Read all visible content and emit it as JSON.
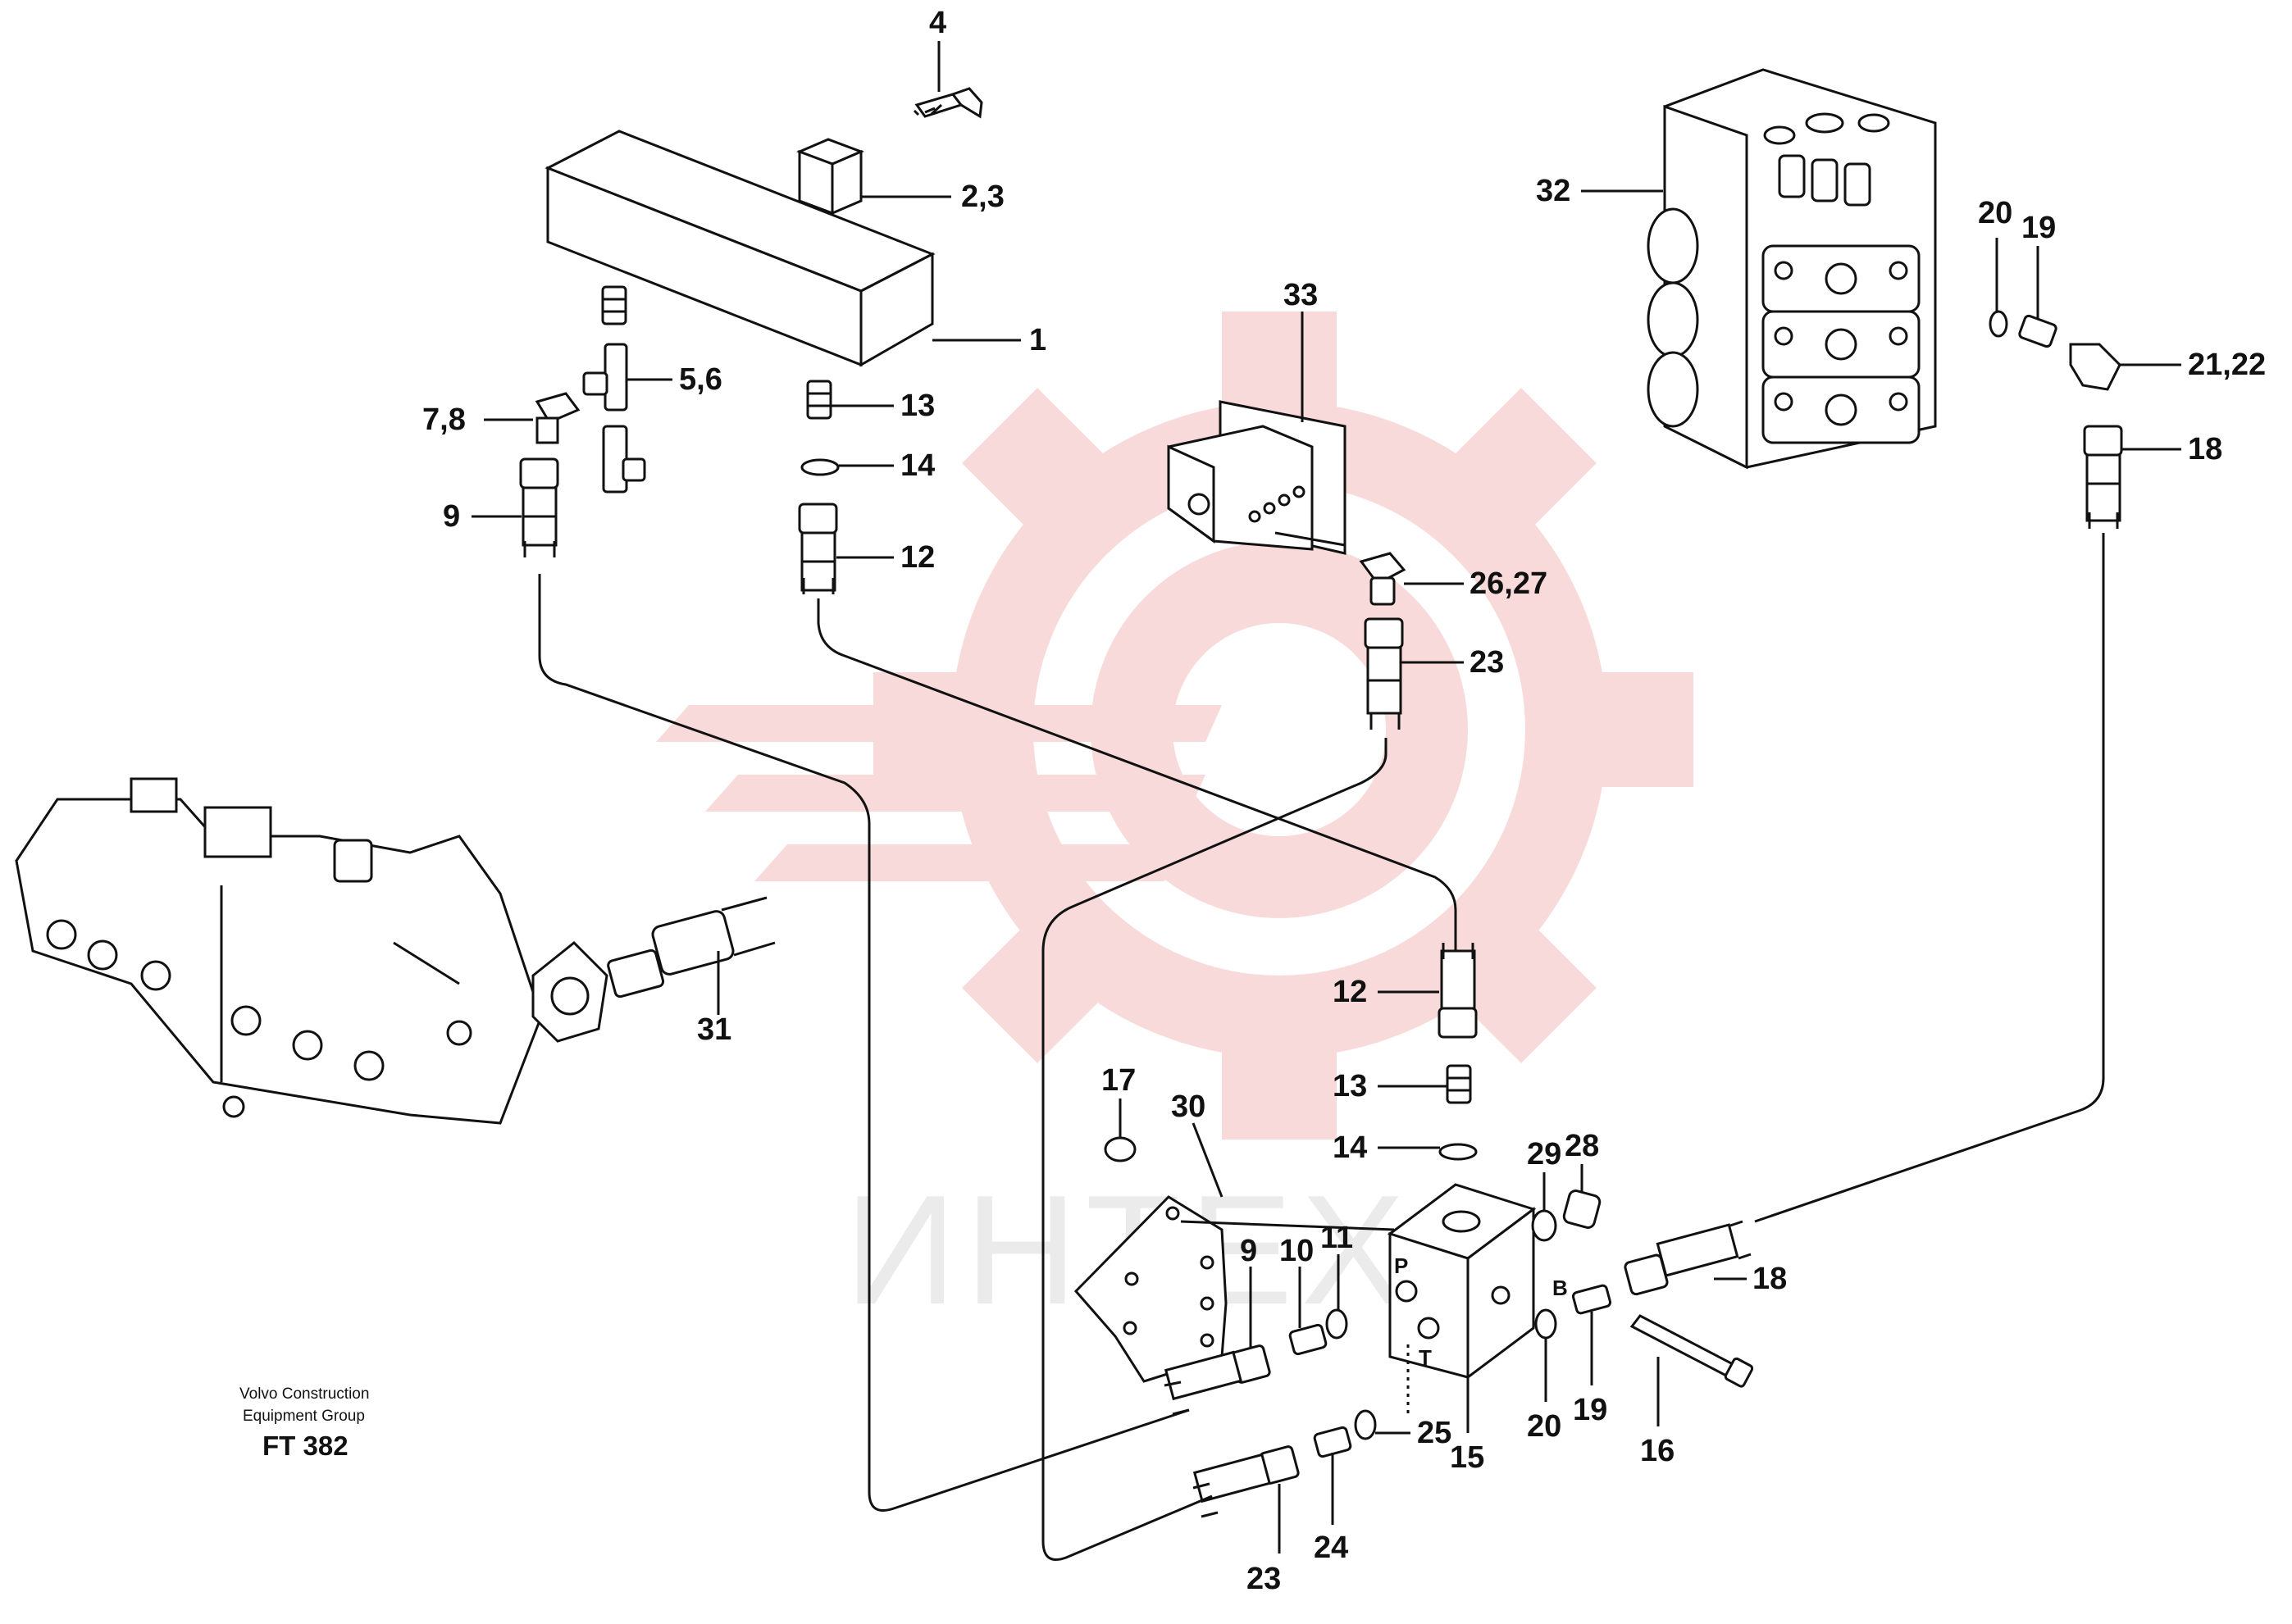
{
  "diagram": {
    "watermark": {
      "text": "ИНТЕХ",
      "color": "#f8d4d4"
    },
    "info": {
      "company_line1": "Volvo Construction",
      "company_line2": "Equipment Group",
      "figure_code": "FT 382"
    },
    "callouts": {
      "c4": "4",
      "c2_3": "2,3",
      "c1": "1",
      "c5_6": "5,6",
      "c7_8": "7,8",
      "c9_top": "9",
      "c13_top": "13",
      "c14_top": "14",
      "c12_top": "12",
      "c33": "33",
      "c26_27": "26,27",
      "c23_top": "23",
      "c32": "32",
      "c20_top": "20",
      "c19_top": "19",
      "c21_22": "21,22",
      "c18_top": "18",
      "c31": "31",
      "c12_mid": "12",
      "c13_mid": "13",
      "c14_mid": "14",
      "c17": "17",
      "c30": "30",
      "c29": "29",
      "c28": "28",
      "c9_bot": "9",
      "c10": "10",
      "c11": "11",
      "c18_bot": "18",
      "c25": "25",
      "c15": "15",
      "c20_bot": "20",
      "c19_bot": "19",
      "c16": "16",
      "c23_bot": "23",
      "c24": "24"
    },
    "ports": {
      "p": "P",
      "t": "T",
      "b": "B"
    }
  }
}
